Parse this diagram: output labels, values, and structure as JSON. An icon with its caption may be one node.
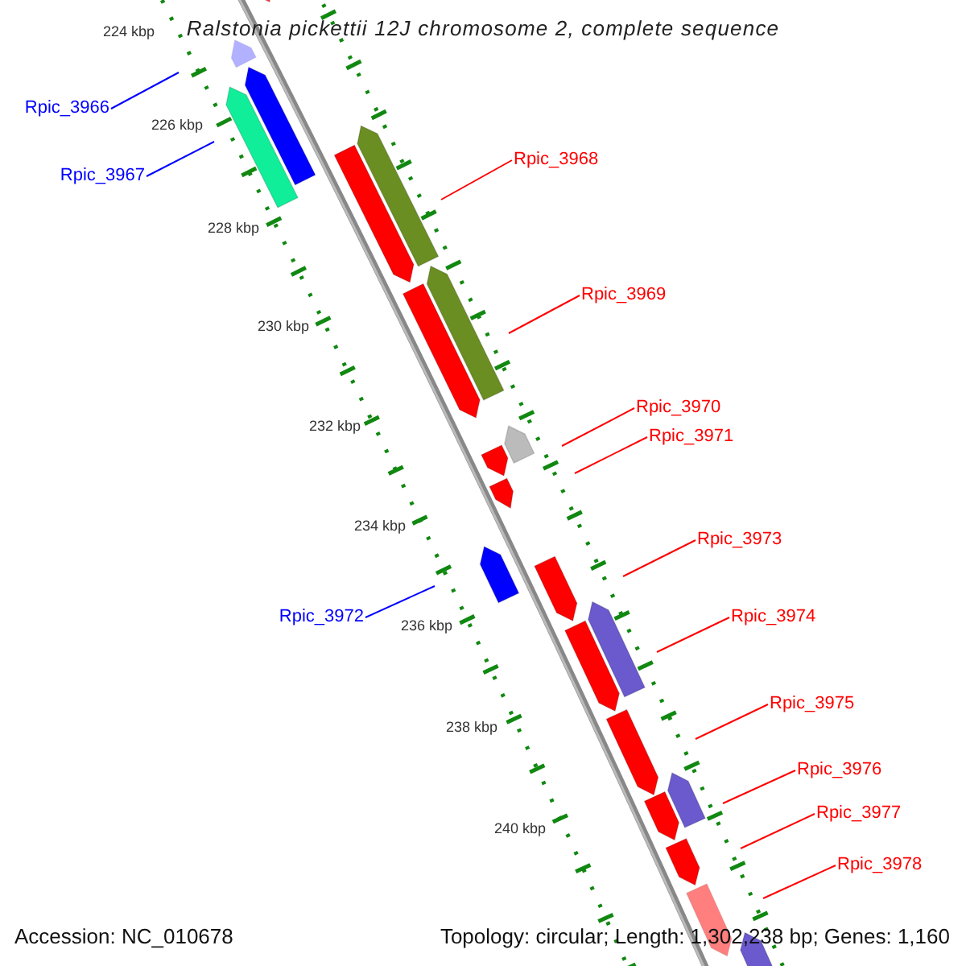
{
  "diagram": {
    "title": "Ralstonia pickettii 12J chromosome 2, complete sequence",
    "nodes": [
      {
        "text": [
          "Rpic_3966"
        ]
      },
      {
        "text": [
          "Rpic_3967"
        ]
      },
      {
        "text": [
          "Rpic_3968"
        ]
      },
      {
        "text": [
          "Rpic_3969"
        ]
      },
      {
        "text": [
          "Rpic_3970"
        ]
      },
      {
        "text": [
          "Rpic_3971"
        ]
      },
      {
        "text": [
          "Rpic_3972"
        ]
      },
      {
        "text": [
          "Rpic_3973"
        ]
      },
      {
        "text": [
          "Rpic_3974"
        ]
      },
      {
        "text": [
          "Rpic_3975"
        ]
      },
      {
        "text": [
          "Rpic_3976"
        ]
      },
      {
        "text": [
          "Rpic_3977"
        ]
      },
      {
        "text": [
          "Rpic_3978"
        ]
      }
    ],
    "edges": [
      {
        "from": 0,
        "to": null,
        "arrow": "none",
        "color": "#0000ff"
      },
      {
        "from": 1,
        "to": null,
        "arrow": "none",
        "color": "#0000ff"
      },
      {
        "from": 2,
        "to": null,
        "arrow": "none"
      },
      {
        "from": 3,
        "to": null,
        "arrow": "none"
      },
      {
        "from": 4,
        "to": null,
        "arrow": "none"
      },
      {
        "from": 5,
        "to": null,
        "arrow": "none"
      },
      {
        "from": 6,
        "to": null,
        "arrow": "none",
        "color": "#0000ff"
      },
      {
        "from": 7,
        "to": null,
        "arrow": "none"
      },
      {
        "from": 8,
        "to": null,
        "arrow": "none"
      },
      {
        "from": 9,
        "to": null,
        "arrow": "none"
      },
      {
        "from": 10,
        "to": null,
        "arrow": "none"
      },
      {
        "from": 11,
        "to": null,
        "arrow": "none"
      },
      {
        "from": 12,
        "to": null,
        "arrow": "none"
      }
    ],
    "labels": [
      "224 kbp",
      "226 kbp",
      "228 kbp",
      "230 kbp",
      "232 kbp",
      "234 kbp",
      "236 kbp",
      "238 kbp",
      "240 kbp",
      "Accession: NC_010678",
      "Topology: circular; Length: 1,302,238 bp; Genes: 1,160"
    ]
  }
}
